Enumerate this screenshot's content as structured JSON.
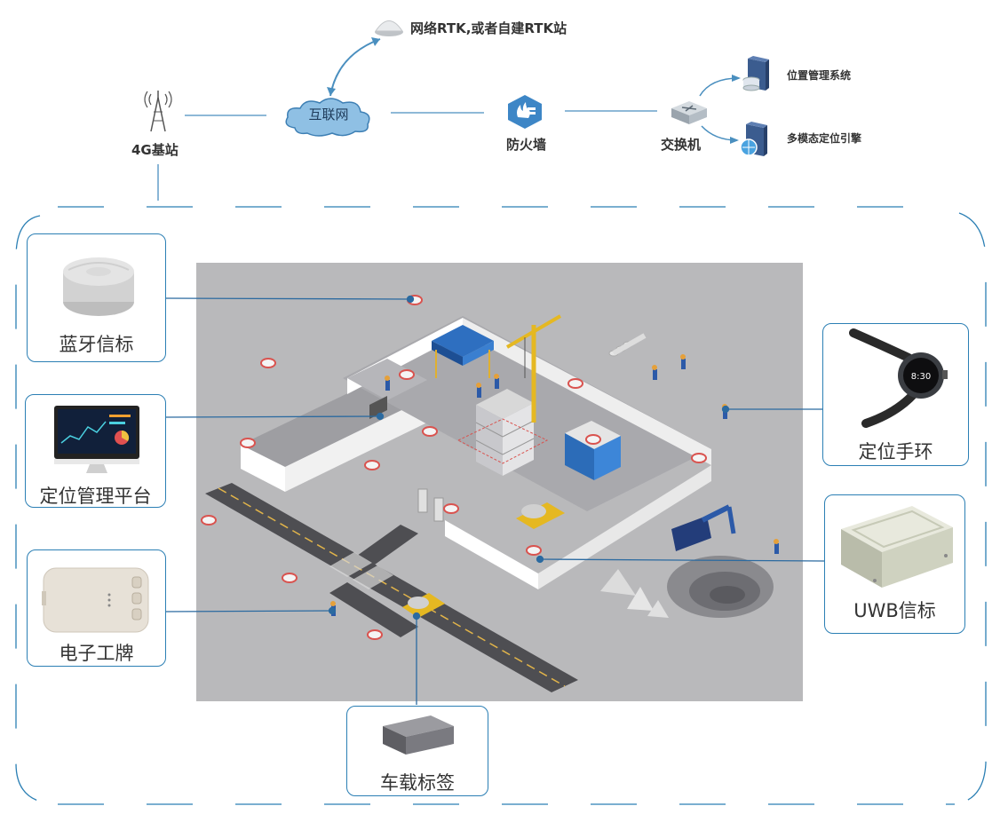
{
  "network": {
    "rtk_label": "网络RTK,或者自建RTK站",
    "internet_label": "互联网",
    "base_station_label": "4G基站",
    "firewall_label": "防火墙",
    "switch_label": "交换机",
    "position_system_label": "位置管理系统",
    "multi_system_label": "多模态定位引擎"
  },
  "devices": {
    "bluetooth_beacon": "蓝牙信标",
    "positioning_platform": "定位管理平台",
    "electronic_badge": "电子工牌",
    "positioning_bracelet": "定位手环",
    "uwb_beacon": "UWB信标",
    "vehicle_tag": "车载标签"
  },
  "colors": {
    "accent": "#2b7fb4",
    "line": "#4a8fbf",
    "scene_bg": "#b9b9bb",
    "beacon_ring": "#d9534f",
    "cloud": "#7ab3dc"
  }
}
